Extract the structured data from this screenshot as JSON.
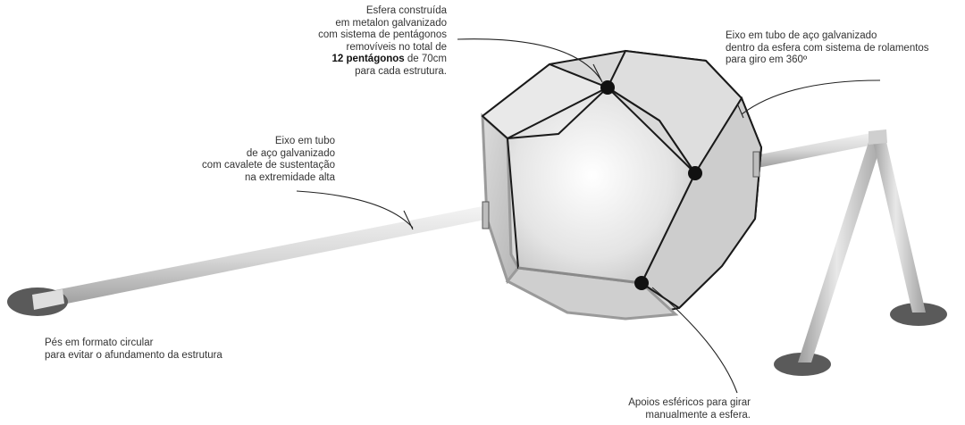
{
  "labels": {
    "sphere": {
      "lines": [
        "Esfera construída",
        "em metalon galvanizado",
        "com sistema de pentágonos",
        "removíveis no total de"
      ],
      "bold": "12 pentágonos",
      "bold_suffix": " de 70cm",
      "last": "para cada estrutura."
    },
    "axis_right": {
      "lines": [
        "Eixo em tubo de aço galvanizado",
        "dentro da esfera com sistema de rolamentos",
        "para giro em 360º"
      ]
    },
    "axis_left": {
      "lines": [
        "Eixo em tubo",
        "de aço galvanizado",
        "com cavalete de sustentação",
        "na extremidade alta"
      ]
    },
    "feet": {
      "lines": [
        "Pés em formato circular",
        "para evitar o afundamento da estrutura"
      ]
    },
    "supports": {
      "lines": [
        "Apoios esféricos para girar",
        "manualmente a esfera."
      ]
    }
  },
  "colors": {
    "outline": "#1a1a1a",
    "pipe_light": "#e6e6e6",
    "pipe_dark": "#a8a8a8",
    "foot": "#595959",
    "joint": "#111111"
  }
}
